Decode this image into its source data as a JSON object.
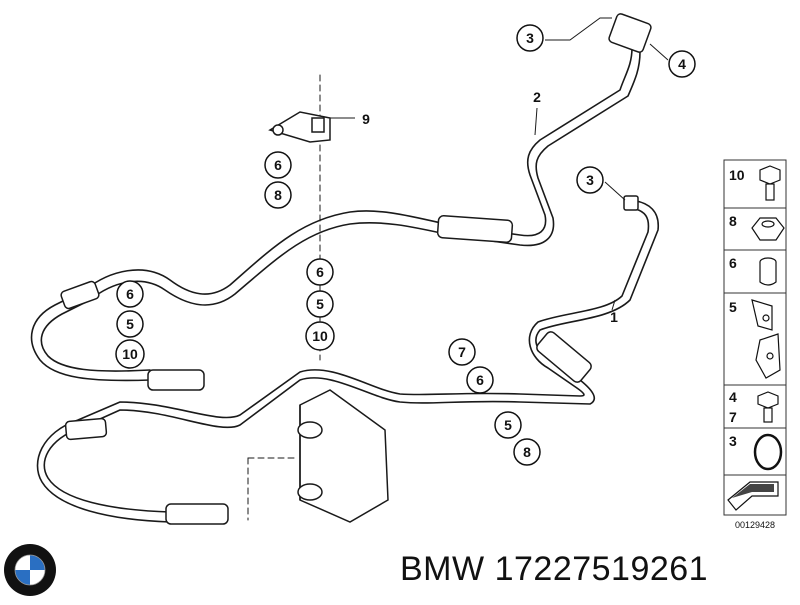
{
  "diagram": {
    "part_callouts": {
      "c3_top": "3",
      "c4_top": "4",
      "c2": "2",
      "c9": "9",
      "c6_a": "6",
      "c8_a": "8",
      "c3_mid": "3",
      "c1": "1",
      "c6_b": "6",
      "c5_b": "5",
      "c10_b": "10",
      "c6_c": "6",
      "c5_c": "5",
      "c10_c": "10",
      "c7": "7",
      "c6_d": "6",
      "c5_d": "5",
      "c8_d": "8"
    },
    "side_panel": {
      "items": [
        "10",
        "8",
        "6",
        "5",
        "4",
        "7",
        "3"
      ]
    },
    "diagram_code": "00129428"
  },
  "footer": {
    "brand": "BMW",
    "part_number": "17227519261",
    "logo_icon": "bmw-roundel-icon",
    "colors": {
      "blue": "#2a6fc2",
      "black": "#111111",
      "white": "#ffffff"
    }
  }
}
